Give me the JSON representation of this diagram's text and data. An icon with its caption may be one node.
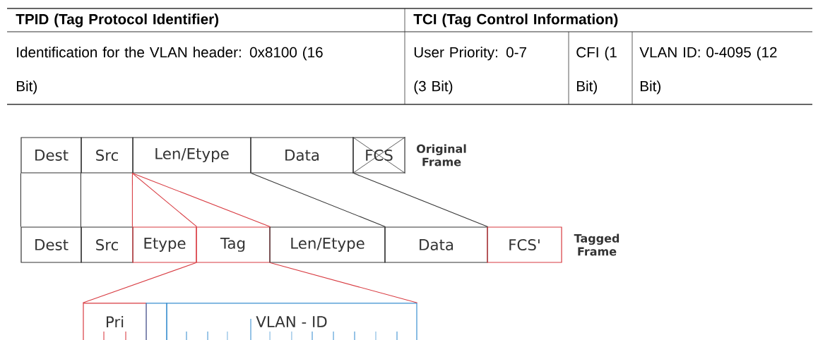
{
  "diagram": {
    "nodes": [
      {
        "text": [
          "Dest"
        ]
      },
      {
        "text": [
          "Src"
        ]
      },
      {
        "text": [
          "Len/Etype"
        ]
      },
      {
        "text": [
          "Data"
        ]
      },
      {
        "text": [
          "FCS"
        ],
        "beside": [
          "Original Frame"
        ]
      },
      {
        "text": [
          "Dest"
        ]
      },
      {
        "text": [
          "Src"
        ]
      },
      {
        "text": [
          "Etype"
        ]
      },
      {
        "text": [
          "Tag"
        ]
      },
      {
        "text": [
          "Len/Etype"
        ]
      },
      {
        "text": [
          "Data"
        ]
      },
      {
        "text": [
          "FCS'"
        ],
        "beside": [
          "Tagged Frame"
        ]
      },
      {
        "text": [
          "Pri"
        ]
      },
      {
        "text": [],
        "shape": "box"
      },
      {
        "text": [
          "VLAN - ID"
        ]
      }
    ],
    "edges": [
      {
        "from": 0,
        "to": 5,
        "arrow": "none",
        "color": "#333333"
      },
      {
        "from": 1,
        "to": 6,
        "arrow": "none",
        "color": "#333333"
      },
      {
        "from": 2,
        "to": 7,
        "arrow": "none"
      },
      {
        "from": 2,
        "to": 7,
        "arrow": "none"
      },
      {
        "from": 2,
        "to": 8,
        "arrow": "none"
      },
      {
        "from": 2,
        "to": 9,
        "arrow": "none",
        "color": "#333333"
      },
      {
        "from": 3,
        "to": 10,
        "arrow": "none",
        "color": "#333333"
      },
      {
        "from": 8,
        "to": 12,
        "arrow": "none"
      },
      {
        "from": 8,
        "to": 14,
        "arrow": "none"
      }
    ],
    "labels": [
      "TPID (Tag Protocol Identifier)",
      "TCI (Tag Control Information)",
      "Identification for the VLAN header: 0x8100 (16 Bit)",
      "User Priority: 0-7 (3 Bit)",
      "CFI (1 Bit)",
      "VLAN ID: 0-4095 (12 Bit)"
    ]
  }
}
